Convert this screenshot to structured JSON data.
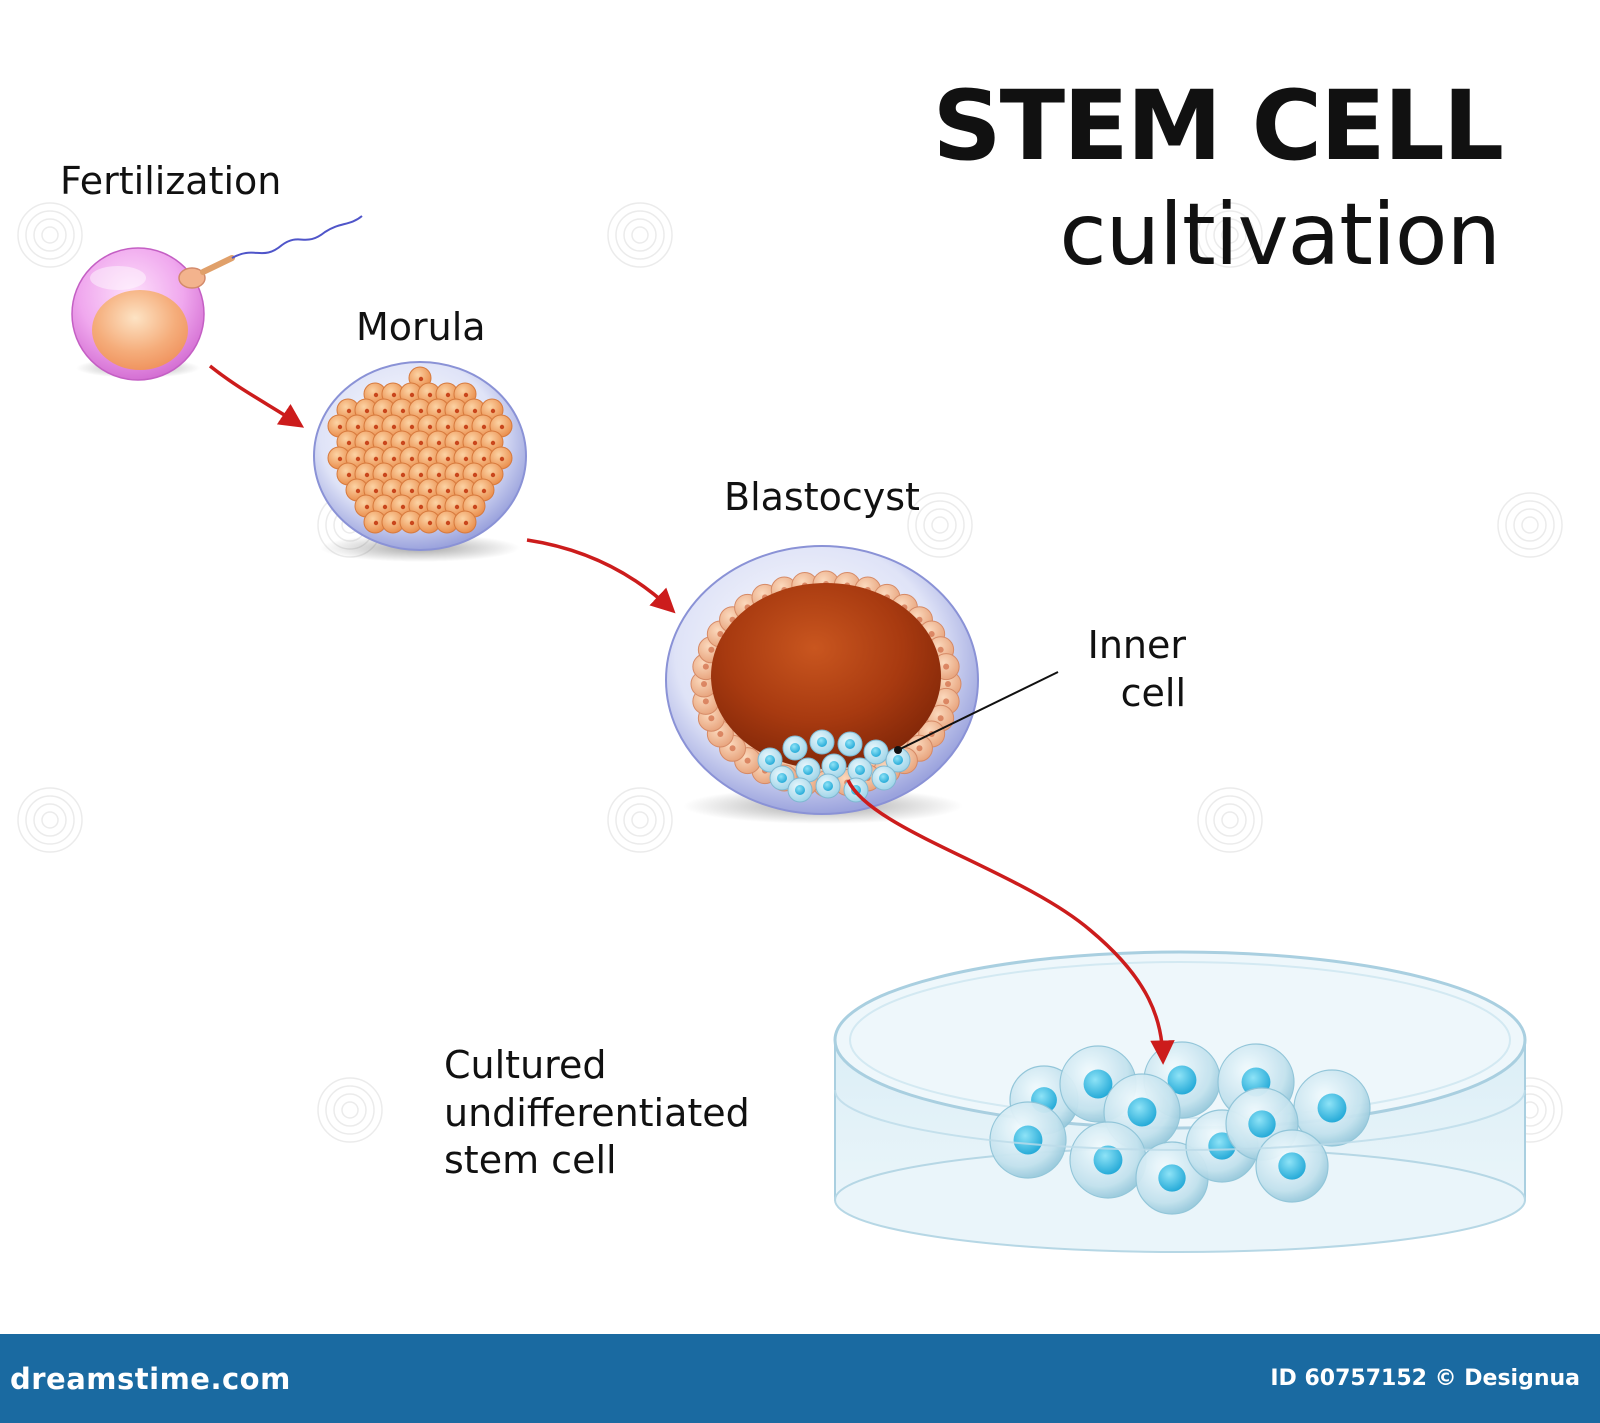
{
  "title": {
    "main": "STEM CELL",
    "sub": "cultivation"
  },
  "labels": {
    "fertilization": "Fertilization",
    "morula": "Morula",
    "blastocyst": "Blastocyst",
    "inner_cell": [
      "Inner",
      "cell"
    ],
    "cultured": [
      "Cultured",
      "undifferentiated",
      "stem cell"
    ]
  },
  "footer": {
    "brand": "dreamstime.com",
    "credit": "ID 60757152 © Designua"
  },
  "colors": {
    "arrow": "#cc1c1c",
    "footer_bg": "#1a6aa1",
    "egg": "#e89ae6",
    "morula_cells": "#f0a05a",
    "blastocyst_cavity": "#a8380e",
    "stem_cell": "#4bbde0",
    "dish": "#cfe8f3"
  },
  "icons": [
    "sperm-icon",
    "egg-cell-icon",
    "morula-icon",
    "blastocyst-icon",
    "petri-dish-icon",
    "watermark-spiral-icon"
  ]
}
